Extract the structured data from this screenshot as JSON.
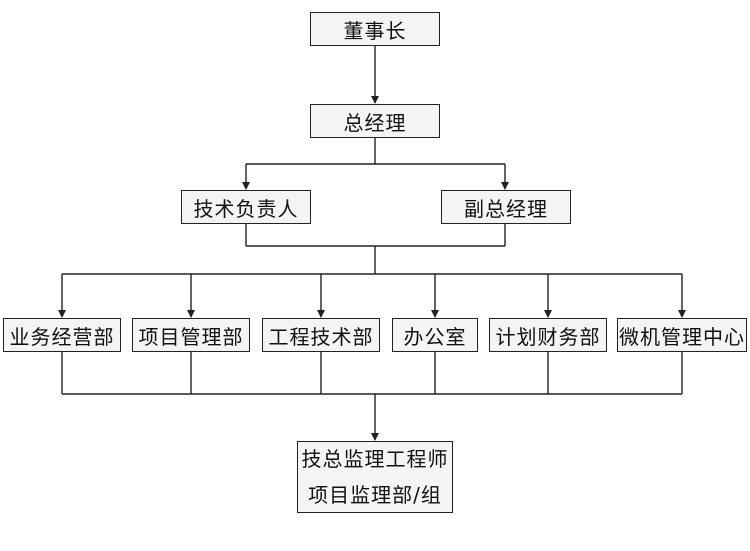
{
  "chart": {
    "chairman": "董事长",
    "general_manager": "总经理",
    "tech_lead": "技术负责人",
    "deputy_gm": "副总经理",
    "departments": [
      "业务经营部",
      "项目管理部",
      "工程技术部",
      "办公室",
      "计划财务部",
      "微机管理中心"
    ],
    "bottom_line1": "技总监理工程师",
    "bottom_line2": "项目监理部/组"
  },
  "colors": {
    "line": "#222222",
    "box_fill": "#f4f4f4",
    "text": "#111111"
  }
}
